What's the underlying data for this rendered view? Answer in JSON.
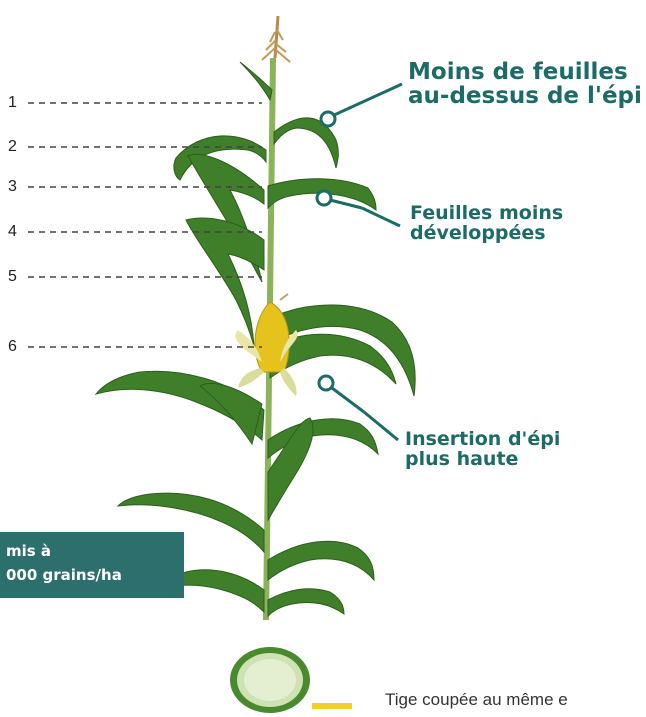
{
  "leaf_numbers": [
    "1",
    "2",
    "3",
    "4",
    "5",
    "6"
  ],
  "callouts": {
    "top": [
      "Moins de feuilles",
      "au-dessus de l'épi"
    ],
    "middle": [
      "Feuilles moins",
      "développées"
    ],
    "bottom": [
      "Insertion d'épi",
      "plus haute"
    ]
  },
  "info_box": [
    "mis à",
    "000 grains/ha"
  ],
  "stem_caption": "Tige coupée au même e",
  "colors": {
    "callout_text": "#1c6b66",
    "info_box_bg": "#2c6f6c",
    "leaf": "#3f7f2a",
    "leaf_dark": "#2c5e1c",
    "stem": "#8bb35a",
    "cob": "#e6c21c",
    "caption_bar": "#f2cf2a"
  }
}
